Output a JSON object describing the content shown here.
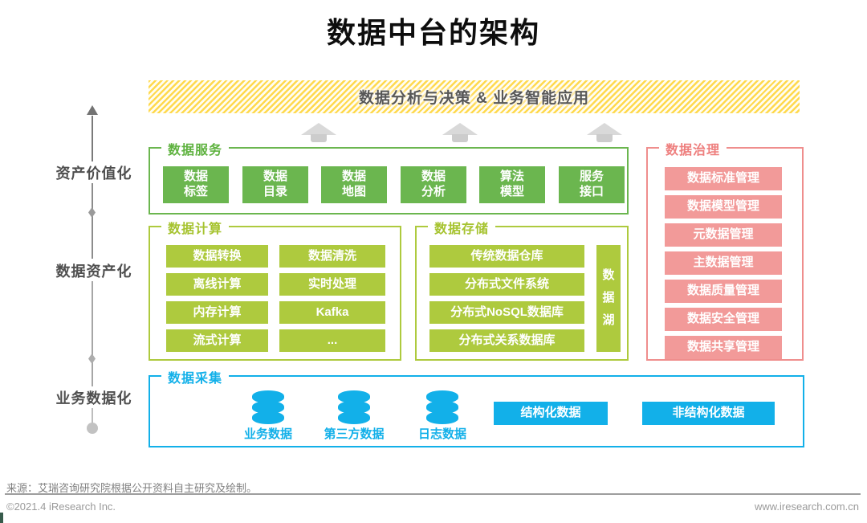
{
  "title": "数据中台的架构",
  "banner": "数据分析与决策 & 业务智能应用",
  "axis": {
    "top": "资产价值化",
    "middle": "数据资产化",
    "bottom": "业务数据化"
  },
  "service": {
    "title": "数据服务",
    "items": [
      [
        "数据",
        "标签"
      ],
      [
        "数据",
        "目录"
      ],
      [
        "数据",
        "地图"
      ],
      [
        "数据",
        "分析"
      ],
      [
        "算法",
        "模型"
      ],
      [
        "服务",
        "接口"
      ]
    ]
  },
  "compute": {
    "title": "数据计算",
    "items": [
      "数据转换",
      "数据清洗",
      "离线计算",
      "实时处理",
      "内存计算",
      "Kafka",
      "流式计算",
      "..."
    ]
  },
  "storage": {
    "title": "数据存储",
    "items": [
      "传统数据仓库",
      "分布式文件系统",
      "分布式NoSQL数据库",
      "分布式关系数据库"
    ],
    "lake": [
      "数",
      "据",
      "湖"
    ]
  },
  "governance": {
    "title": "数据治理",
    "items": [
      "数据标准管理",
      "数据模型管理",
      "元数据管理",
      "主数据管理",
      "数据质量管理",
      "数据安全管理",
      "数据共享管理"
    ]
  },
  "collection": {
    "title": "数据采集",
    "sources": [
      "业务数据",
      "第三方数据",
      "日志数据"
    ],
    "buttons": [
      "结构化数据",
      "非结构化数据"
    ]
  },
  "footer": {
    "source": "来源：艾瑞咨询研究院根据公开资料自主研究及绘制。",
    "copyright": "©2021.4 iResearch Inc.",
    "url": "www.iresearch.com.cn"
  },
  "colors": {
    "green": "#6bb64f",
    "lime": "#aeca3e",
    "pink": "#f29a99",
    "cyan": "#12b0e9",
    "banner_yellow": "#ffd94d"
  }
}
